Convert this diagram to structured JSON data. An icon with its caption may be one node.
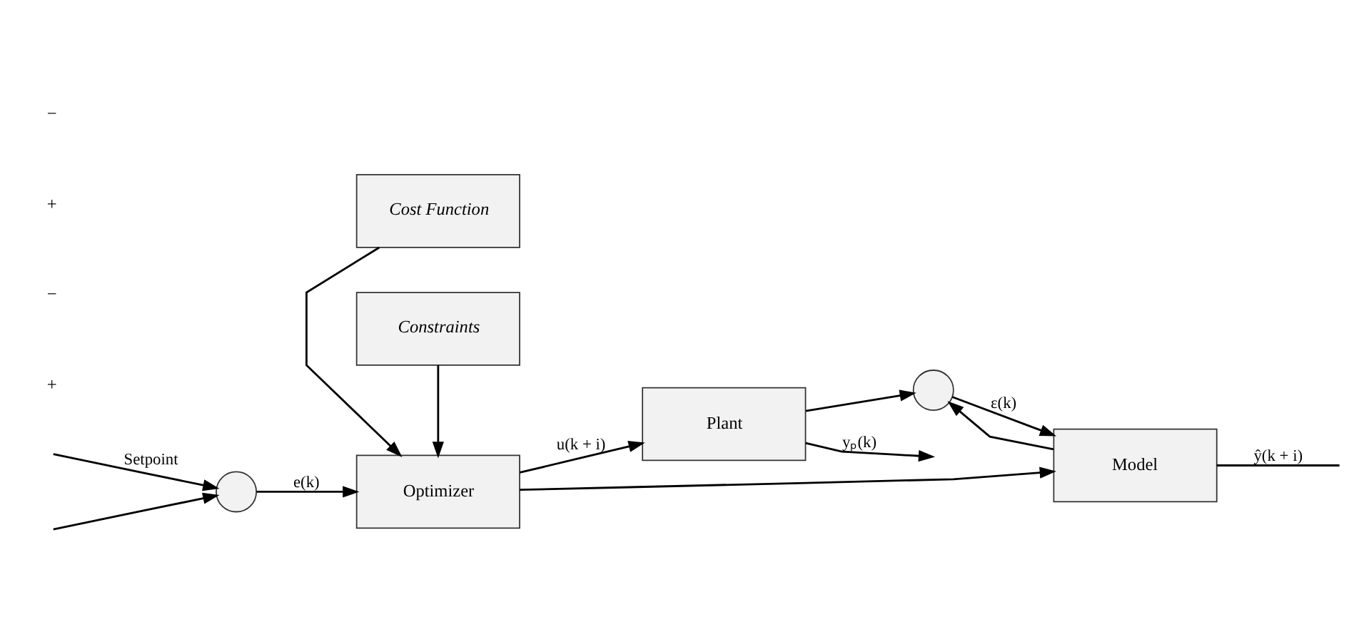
{
  "diagram": {
    "nodes": [
      {
        "text": [
          "Cost Function"
        ]
      },
      {
        "text": [
          "Constraints"
        ]
      },
      {
        "text": [],
        "shape": "circle"
      },
      {
        "text": [
          "Optimizer"
        ]
      },
      {
        "text": [
          "Plant"
        ]
      },
      {
        "text": [],
        "shape": "circle"
      },
      {
        "text": [
          "Model"
        ]
      }
    ],
    "edges": [
      {
        "from": null,
        "to": 2,
        "arrow": "to",
        "label": "Setpoint"
      },
      {
        "from": null,
        "to": 2,
        "arrow": "to"
      },
      {
        "from": 2,
        "to": 3,
        "arrow": "to",
        "label": "e(k)"
      },
      {
        "from": 0,
        "to": 3,
        "arrow": "to"
      },
      {
        "from": 1,
        "to": 3,
        "arrow": "to"
      },
      {
        "from": 3,
        "to": 4,
        "arrow": "to",
        "label": "u(k + i)"
      },
      {
        "from": 3,
        "to": 6,
        "arrow": "to"
      },
      {
        "from": 4,
        "to": null,
        "arrow": "to",
        "label": "yₚ(k)"
      },
      {
        "from": 4,
        "to": 5,
        "arrow": "to"
      },
      {
        "from": 6,
        "to": 5,
        "arrow": "to"
      },
      {
        "from": 5,
        "to": 6,
        "arrow": "to",
        "label": "ε(k)"
      },
      {
        "from": 6,
        "to": null,
        "arrow": "none",
        "label": "ŷ(k + i)"
      }
    ],
    "labels": [
      "+",
      "−",
      "+",
      "−"
    ]
  }
}
